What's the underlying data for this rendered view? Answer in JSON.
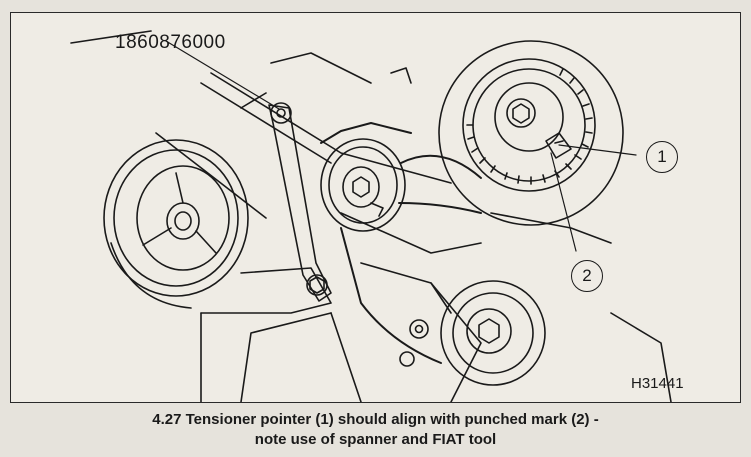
{
  "figure": {
    "part_number": "1860876000",
    "figure_id": "H31441",
    "callouts": [
      "1",
      "2"
    ]
  },
  "caption": {
    "line1": "4.27  Tensioner pointer (1) should align with punched mark (2) -",
    "line2": "note use of spanner and FIAT tool"
  },
  "colors": {
    "ink": "#1a1a1a",
    "paper": "#efece5",
    "background": "#e6e3dc"
  }
}
